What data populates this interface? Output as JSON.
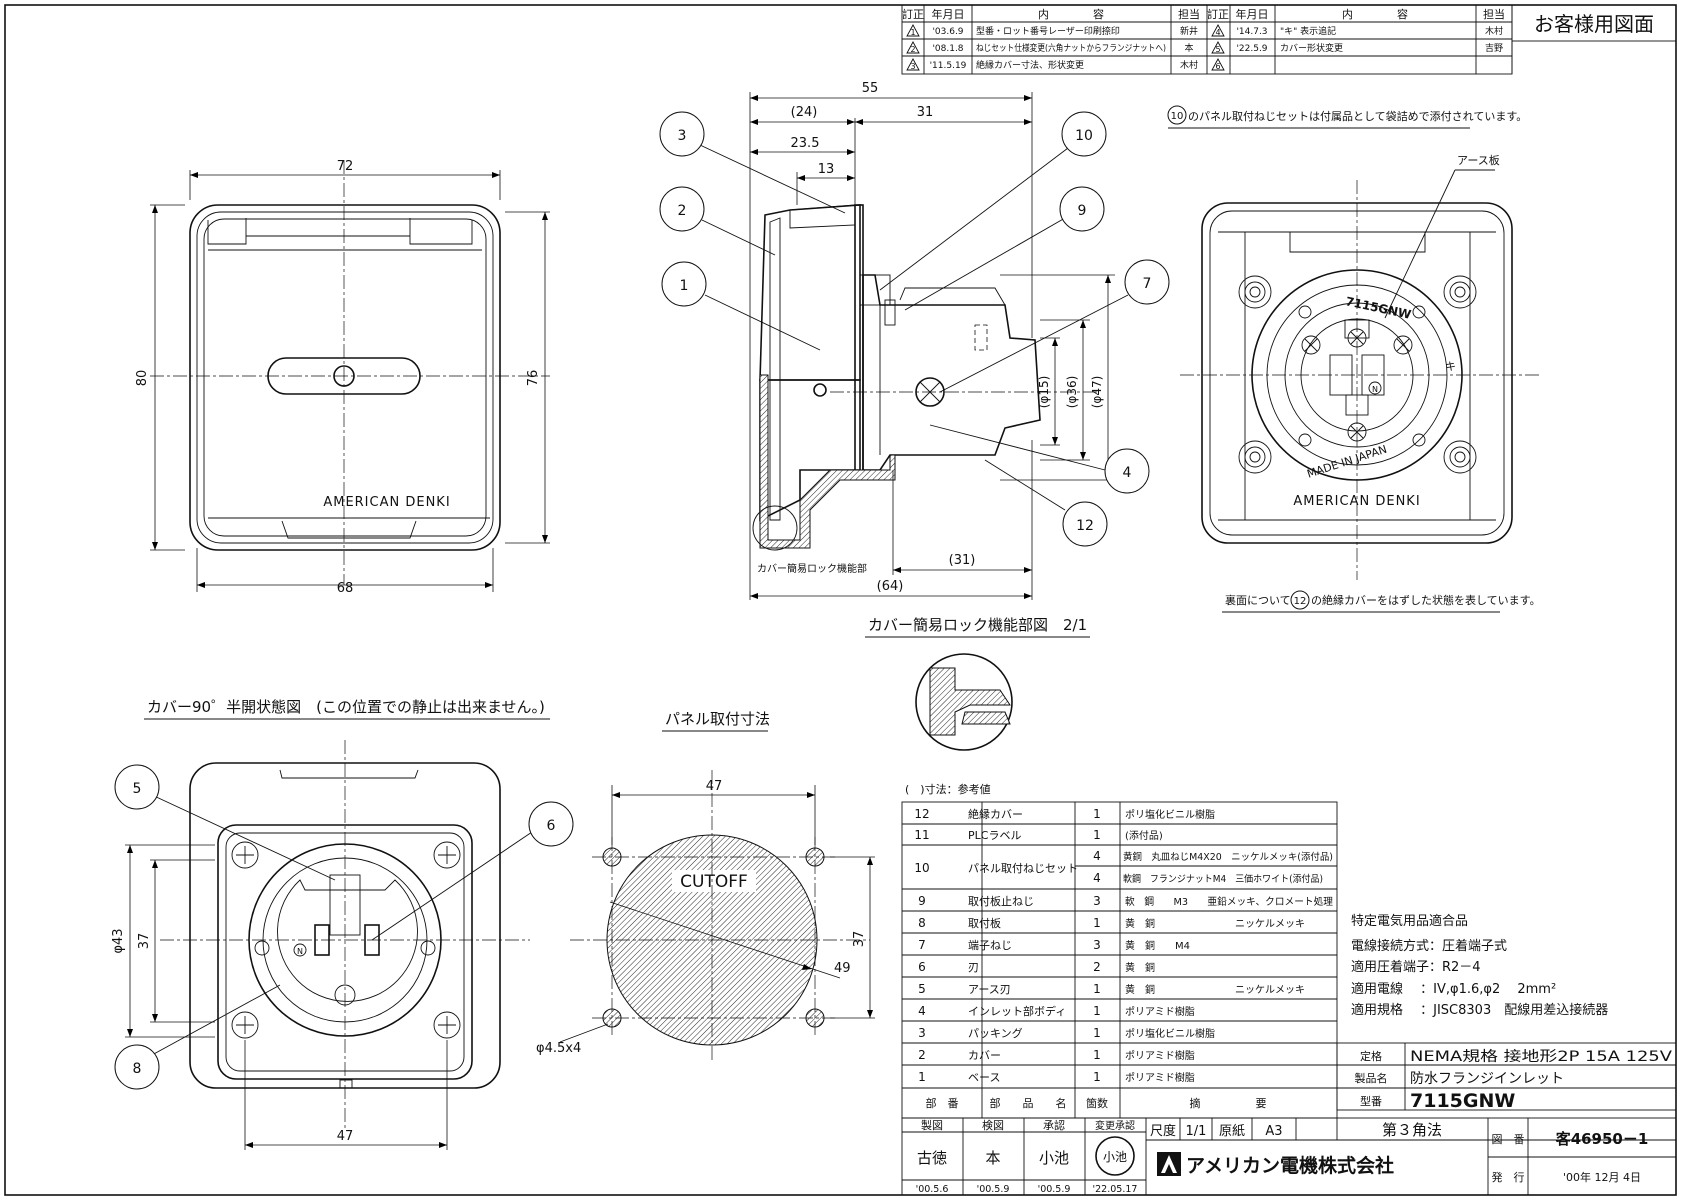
{
  "revisions": {
    "headers": [
      "訂正",
      "年月日",
      "内　　　　容",
      "担当"
    ],
    "left": [
      {
        "mark": "1",
        "date": "'03.6.9",
        "content": "型番・ロット番号レーザー印刷捺印",
        "by": "新井"
      },
      {
        "mark": "2",
        "date": "'08.1.8",
        "content": "ねじセット仕様変更(六角ナットからフランジナットへ)",
        "by": "本"
      },
      {
        "mark": "3",
        "date": "'11.5.19",
        "content": "絶縁カバー寸法、形状変更",
        "by": "木村"
      }
    ],
    "right": [
      {
        "mark": "4",
        "date": "'14.7.3",
        "content": "\"キ\" 表示追記",
        "by": "木村"
      },
      {
        "mark": "5",
        "date": "'22.5.9",
        "content": "カバー形状変更",
        "by": "吉野"
      },
      {
        "mark": "6",
        "date": "",
        "content": "",
        "by": ""
      }
    ]
  },
  "customer_label": "お客様用図面",
  "front_view": {
    "dim_top": "72",
    "dim_bottom": "68",
    "dim_left": "80",
    "dim_right": "76",
    "brand": "AMERICAN DENKI"
  },
  "side_view": {
    "dims": {
      "d55": "55",
      "d24": "(24)",
      "d31": "31",
      "d23_5": "23.5",
      "d13": "13",
      "p15": "(φ15)",
      "p36": "(φ36)",
      "p47": "(φ47)",
      "d31b": "(31)",
      "d64": "(64)"
    },
    "balloons": [
      "3",
      "2",
      "1",
      "10",
      "9",
      "7",
      "4",
      "12"
    ],
    "lock_label": "カバー簡易ロック機能部"
  },
  "rear_view": {
    "note_top_num": "10",
    "note_top": "のパネル取付ねじセットは付属品として袋詰めで添付されています。",
    "earth_plate": "アース板",
    "model_text": "7115GNW",
    "made_in": "MADE IN JAPAN",
    "ki": "キ",
    "n": "N",
    "brand": "AMERICAN DENKI",
    "note_bottom_pre": "裏面については",
    "note_bottom_num": "12",
    "note_bottom": "の絶縁カバーをはずした状態を表しています。"
  },
  "lock_detail": {
    "title": "カバー簡易ロック機能部図　2/1"
  },
  "half_open": {
    "title": "カバー90゜半開状態図　(この位置での静止は出来ません。)",
    "dim_left1": "φ43",
    "dim_left2": "37",
    "dim_bottom": "47",
    "balloons": [
      "5",
      "6",
      "8"
    ],
    "n": "N"
  },
  "panel": {
    "title": "パネル取付寸法",
    "dim_top": "47",
    "dim_right": "37",
    "dim_dia": "49",
    "hole": "φ4.5x4",
    "cutoff": "CUTOFF"
  },
  "parts": {
    "note": "(　)寸法：参考値",
    "rows": [
      {
        "no": "12",
        "name": "絶縁カバー",
        "qty": "1",
        "spec": "ポリ塩化ビニル樹脂"
      },
      {
        "no": "11",
        "name": "PLCラベル",
        "qty": "1",
        "spec": "(添付品)"
      },
      {
        "no": "10",
        "name": "パネル取付ねじセット",
        "qty": "4",
        "spec": "黄銅　丸皿ねじM4X20　ニッケルメッキ(添付品)",
        "qty2": "4",
        "spec2": "軟鋼　フランジナットM4　三価ホワイト(添付品)"
      },
      {
        "no": "9",
        "name": "取付板止ねじ",
        "qty": "3",
        "spec": "軟　鋼　　M3　　亜鉛メッキ、クロメート処理"
      },
      {
        "no": "8",
        "name": "取付板",
        "qty": "1",
        "spec": "黄　銅　　　　　　　　ニッケルメッキ"
      },
      {
        "no": "7",
        "name": "端子ねじ",
        "qty": "3",
        "spec": "黄　銅　　M4"
      },
      {
        "no": "6",
        "name": "刃",
        "qty": "2",
        "spec": "黄　銅"
      },
      {
        "no": "5",
        "name": "アース刃",
        "qty": "1",
        "spec": "黄　銅　　　　　　　　ニッケルメッキ"
      },
      {
        "no": "4",
        "name": "インレット部ボディ",
        "qty": "1",
        "spec": "ポリアミド樹脂"
      },
      {
        "no": "3",
        "name": "パッキング",
        "qty": "1",
        "spec": "ポリ塩化ビニル樹脂"
      },
      {
        "no": "2",
        "name": "カバー",
        "qty": "1",
        "spec": "ポリアミド樹脂"
      },
      {
        "no": "1",
        "name": "ベース",
        "qty": "1",
        "spec": "ポリアミド樹脂"
      }
    ],
    "headers": {
      "no": "部　番",
      "name": "部　　品　　名",
      "qty": "箇数",
      "spec": "摘　　　　　要"
    }
  },
  "specs": [
    "特定電気用品適合品",
    "電線接続方式：圧着端子式",
    "適用圧着端子：R2－4",
    "適用電線　 ：IV,φ1.6,φ2　 2mm²",
    "適用規格　 ：JISC8303　配線用差込接続器"
  ],
  "title_block": {
    "rating_label": "定格",
    "rating": "NEMA規格 接地形2P 15A 125V",
    "name_label": "製品名",
    "name": "防水フランジインレット",
    "model_label": "型番",
    "model": "7115GNW",
    "drawn_label": "製図",
    "checked_label": "検図",
    "approved_label": "承認",
    "change_label": "変更承認",
    "drawn": "古徳",
    "checked": "本",
    "approved": "小池",
    "stamp": "小池",
    "drawn_date": "'00.5.6",
    "checked_date": "'00.5.9",
    "approved_date": "'00.5.9",
    "change_date": "'22.05.17",
    "scale_label": "尺度",
    "scale": "1/1",
    "paper_label": "原紙",
    "paper": "A3",
    "projection": "第３角法",
    "drawing_no_label": "図　番",
    "drawing_no": "客46950－1",
    "issue_label": "発　行",
    "issue": "'00年 12月 4日",
    "company": "アメリカン電機株式会社"
  }
}
